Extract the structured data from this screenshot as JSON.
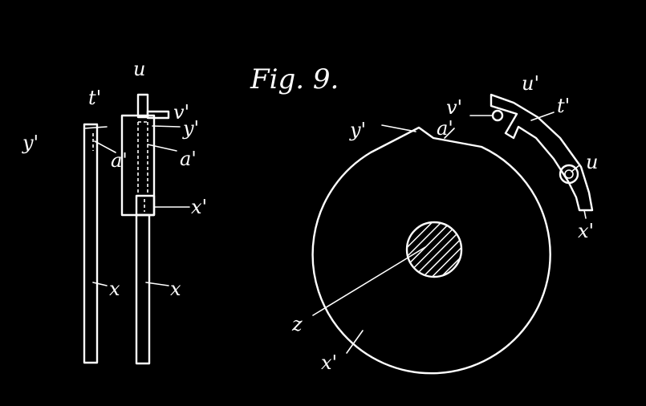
{
  "figure": {
    "title": "Fig. 9.",
    "labels": {
      "u_left": "u",
      "t_left": "t'",
      "v_left": "v'",
      "y_left_outer": "y'",
      "y_left_inner": "y'",
      "a_left_outer": "a'",
      "a_left_inner": "a'",
      "x_prime_left": "x'",
      "x_left_outer": "x",
      "x_left_inner": "x",
      "y_right": "y'",
      "v_right": "v'",
      "a_right": "a'",
      "u_prime_right": "u'",
      "t_right": "t'",
      "u_right": "u",
      "x_prime_right": "x'",
      "z_right": "z",
      "x_right": "x'"
    }
  }
}
